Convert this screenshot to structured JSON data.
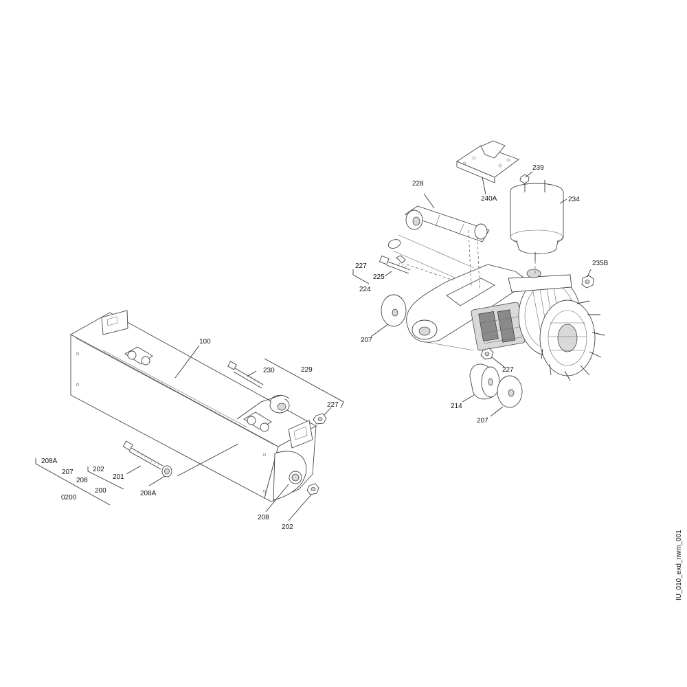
{
  "drawing_id": "IU_010_exd_nwm_001",
  "callouts": {
    "c100": "100",
    "c230": "230",
    "c229": "229",
    "c227_left": "227",
    "c208A_top": "208A",
    "c207_left": "207",
    "c208_list": "208",
    "c0200": "0200",
    "c202_list": "202",
    "c200": "200",
    "c201": "201",
    "c208A_washer": "208A",
    "c208_bushing": "208",
    "c202_nut": "202",
    "c228": "228",
    "c240A": "240A",
    "c239": "239",
    "c234": "234",
    "c235B": "235B",
    "c227_upper": "227",
    "c225": "225",
    "c224": "224",
    "c207_upper": "207",
    "c227_right": "227",
    "c214": "214",
    "c207_lower": "207"
  }
}
